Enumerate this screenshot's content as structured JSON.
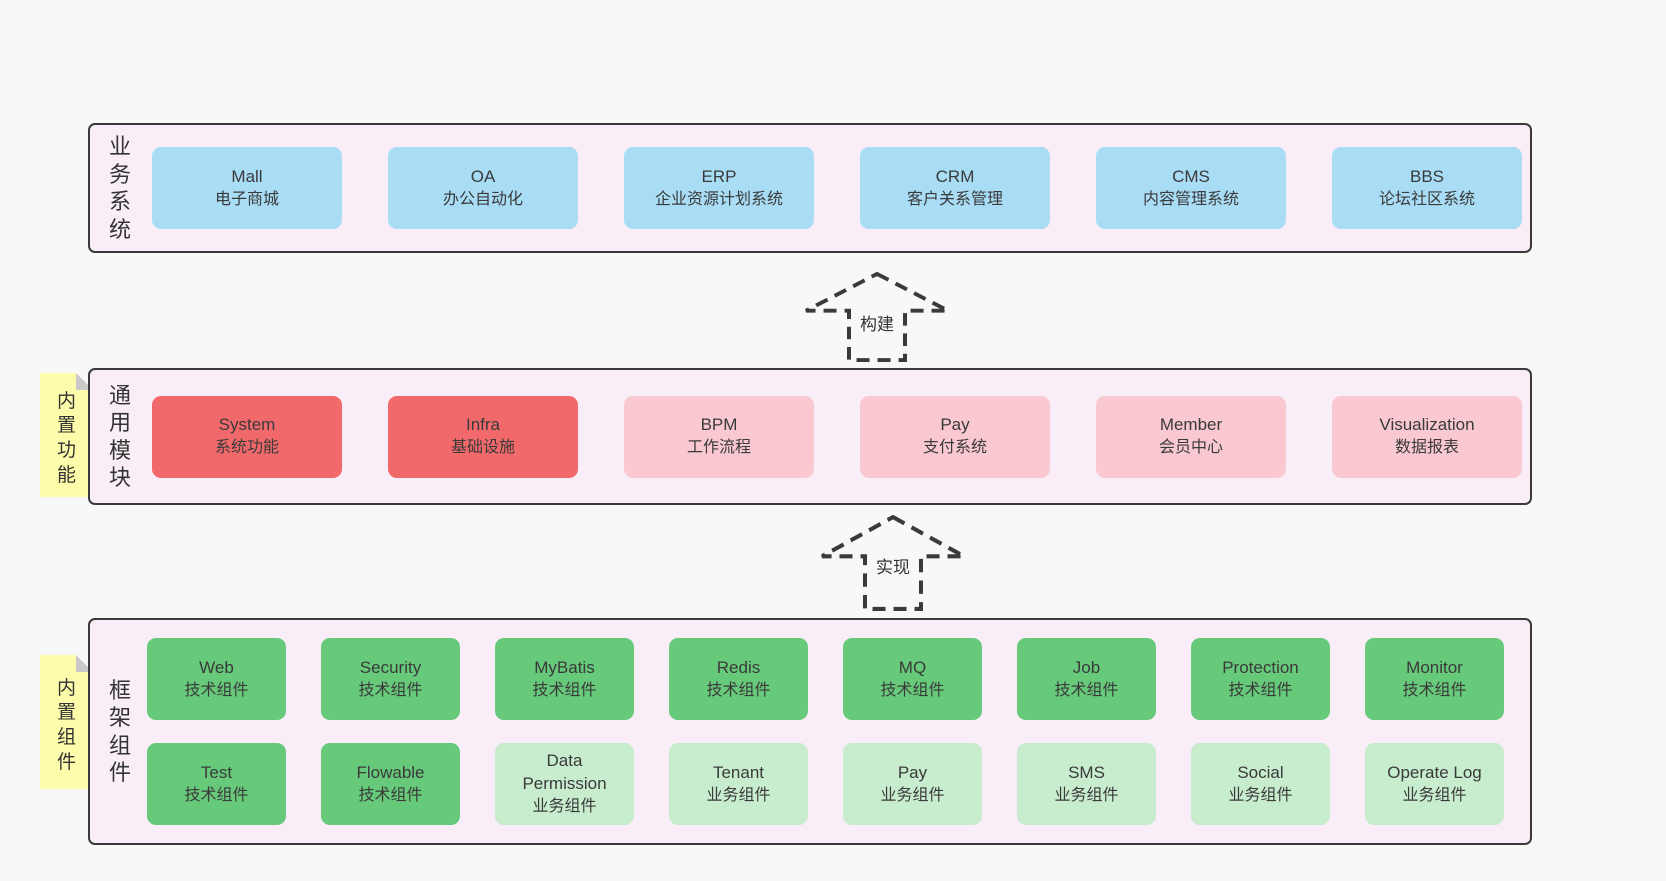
{
  "page": {
    "background": "#f8f8f8"
  },
  "palette": {
    "container_bg": "#f9eef7",
    "container_border": "#3a3a3a",
    "blue": "#a9dcf5",
    "red": "#f2696b",
    "pink": "#f9c8d0",
    "green": "#67c97a",
    "lightgreen": "#c7ecce",
    "sticky_yellow": "#fcfcaa",
    "sticky_fold": "#c9c9c9",
    "text": "#3a3a3a"
  },
  "arrows": [
    {
      "label": "构建"
    },
    {
      "label": "实现"
    }
  ],
  "sections": [
    {
      "label": "业务系统",
      "sticky": null,
      "rows": [
        [
          {
            "name": "Mall",
            "desc": "电子商城",
            "type": "blue"
          },
          {
            "name": "OA",
            "desc": "办公自动化",
            "type": "blue"
          },
          {
            "name": "ERP",
            "desc": "企业资源计划系统",
            "type": "blue"
          },
          {
            "name": "CRM",
            "desc": "客户关系管理",
            "type": "blue"
          },
          {
            "name": "CMS",
            "desc": "内容管理系统",
            "type": "blue"
          },
          {
            "name": "BBS",
            "desc": "论坛社区系统",
            "type": "blue"
          }
        ]
      ]
    },
    {
      "label": "通用模块",
      "sticky": "内置功能",
      "rows": [
        [
          {
            "name": "System",
            "desc": "系统功能",
            "type": "red"
          },
          {
            "name": "Infra",
            "desc": "基础设施",
            "type": "red"
          },
          {
            "name": "BPM",
            "desc": "工作流程",
            "type": "pink"
          },
          {
            "name": "Pay",
            "desc": "支付系统",
            "type": "pink"
          },
          {
            "name": "Member",
            "desc": "会员中心",
            "type": "pink"
          },
          {
            "name": "Visualization",
            "desc": "数据报表",
            "type": "pink"
          }
        ]
      ]
    },
    {
      "label": "框架组件",
      "sticky": "内置组件",
      "rows": [
        [
          {
            "name": "Web",
            "desc": "技术组件",
            "type": "green"
          },
          {
            "name": "Security",
            "desc": "技术组件",
            "type": "green"
          },
          {
            "name": "MyBatis",
            "desc": "技术组件",
            "type": "green"
          },
          {
            "name": "Redis",
            "desc": "技术组件",
            "type": "green"
          },
          {
            "name": "MQ",
            "desc": "技术组件",
            "type": "green"
          },
          {
            "name": "Job",
            "desc": "技术组件",
            "type": "green"
          },
          {
            "name": "Protection",
            "desc": "技术组件",
            "type": "green"
          },
          {
            "name": "Monitor",
            "desc": "技术组件",
            "type": "green"
          }
        ],
        [
          {
            "name": "Test",
            "desc": "技术组件",
            "type": "green"
          },
          {
            "name": "Flowable",
            "desc": "技术组件",
            "type": "green"
          },
          {
            "name": "Data Permission",
            "desc": "业务组件",
            "type": "lightgreen"
          },
          {
            "name": "Tenant",
            "desc": "业务组件",
            "type": "lightgreen"
          },
          {
            "name": "Pay",
            "desc": "业务组件",
            "type": "lightgreen"
          },
          {
            "name": "SMS",
            "desc": "业务组件",
            "type": "lightgreen"
          },
          {
            "name": "Social",
            "desc": "业务组件",
            "type": "lightgreen"
          },
          {
            "name": "Operate Log",
            "desc": "业务组件",
            "type": "lightgreen"
          }
        ]
      ]
    }
  ]
}
